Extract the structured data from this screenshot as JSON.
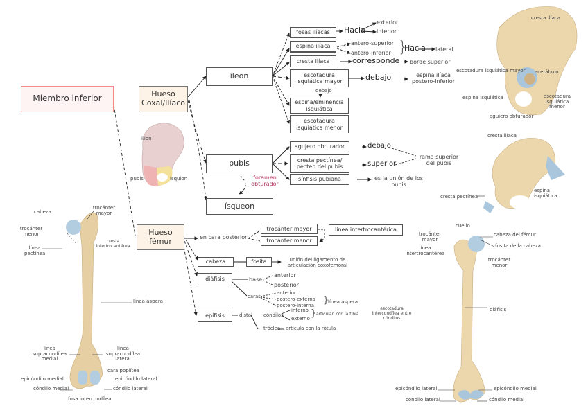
{
  "root": {
    "label": "Miembro inferior"
  },
  "coxal": {
    "label": "Hueso Coxal/Ilíaco",
    "ileon": {
      "label": "ílеon",
      "items": [
        "fosas ilíacas",
        "espina ilíaca",
        "cresta ilíaca",
        "escotadura isquiática mayor",
        "espina/eminencia isquiática",
        "escotadura isquiática menor"
      ],
      "hacia1": "Hacia",
      "hacia1_targets": [
        "exterior",
        "interior"
      ],
      "espina_sub": [
        "antero-superior",
        "antero-inferior"
      ],
      "hacia2": "Hacia",
      "hacia2_target": "lateral",
      "corresponde": "corresponde",
      "borde": "borde superior",
      "debajo": "debajo",
      "espina_post": "espina ilíaca postero-inferior",
      "debajo_small": "debajo"
    },
    "pubis": {
      "label": "pubis",
      "items": [
        "agujero obturador",
        "cresta pectínea/ pecten del pubis",
        "sínfisis pubiana"
      ],
      "debajo": "debajo",
      "superior": "superior",
      "rama": "rama superior del pubis",
      "union": "es la unión de los pubis",
      "foramen": "foramen obturador"
    },
    "isquion": {
      "label": "ísquеon"
    },
    "image_labels": [
      "ilion",
      "pubis",
      "isquion"
    ]
  },
  "femur": {
    "label": "Hueso fémur",
    "posterior": "en cara posterior",
    "trocanter_mayor": "trocánter mayor",
    "trocanter_menor": "trocánter menor",
    "linea_inter": "línea intertrocantérica",
    "cabeza": "cabeza",
    "fosita": "fosita",
    "union_lig": "unión del ligamento de articulación coxofemoral",
    "diafisis": "diáfisis",
    "base": "base",
    "base_sub": [
      "anterior",
      "posterior"
    ],
    "caras": "caras",
    "caras_sub": [
      "anterior",
      "postero-externa",
      "postero-interna"
    ],
    "linea_aspera": "línea áspera",
    "epifisis": "epífisis",
    "distal": "distal",
    "condilos": "cóndilos",
    "condilos_sub": [
      "interno",
      "externo"
    ],
    "articulan_tibia": "articulan con la tibia",
    "troclea": "tróclea",
    "rotula": "articula con la rótula",
    "escotadura": "escotadura intercondílea entre cóndilos"
  },
  "coxal_image_top": {
    "labels": [
      "cresta ilíaca",
      "escotadura isquiática mayor",
      "acetábulo",
      "espina isquiática",
      "escotadura isquiática menor",
      "agujero obturador"
    ]
  },
  "coxal_image_mid": {
    "labels": [
      "cresta ilíaca",
      "cresta pectínea",
      "espina isquiática"
    ]
  },
  "femur_left": {
    "labels": [
      "cabeza",
      "trocánter mayor",
      "trocánter menor",
      "cresta intertrocantérea",
      "línea pectínea",
      "línea áspera",
      "línea supracondílea medial",
      "línea supracondílea lateral",
      "cara poplítea",
      "epicóndilo medial",
      "epicóndilo lateral",
      "cóndilo medial",
      "cóndilo lateral",
      "fosa intercondílea"
    ]
  },
  "femur_right": {
    "labels": [
      "cuello",
      "trocánter mayor",
      "línea intertrocantérea",
      "cabeza del fémur",
      "fosita de la cabeza",
      "trocánter menor",
      "diáfisis",
      "epicóndilo lateral",
      "epicóndilo medial",
      "cóndilo lateral",
      "cóndilo medial"
    ]
  },
  "colors": {
    "root_border": "#f08a8a",
    "main_fill": "#fdf3e6",
    "bone": "#e8d2a8",
    "cartilage": "#a9c6dc",
    "foramen_text": "#b0305a"
  }
}
